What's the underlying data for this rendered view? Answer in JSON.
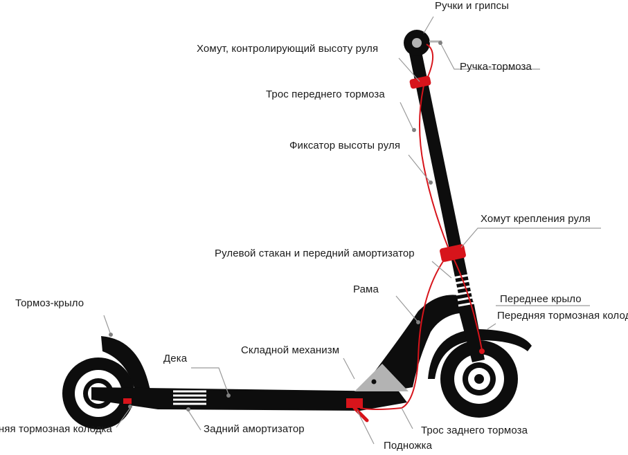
{
  "labels": {
    "handles_grips": "Ручки и грипсы",
    "height_clamp": "Хомут, контролирующий высоту руля",
    "brake_lever": "Ручка-тормоза",
    "front_brake_cable": "Трос переднего тормоза",
    "height_lock": "Фиксатор высоты руля",
    "handlebar_clamp": "Хомут крепления руля",
    "headset_front_shock": "Рулевой стакан и передний амортизатор",
    "frame": "Рама",
    "front_fender": "Переднее крыло",
    "front_brake_pad": "Передняя тормозная колодка",
    "fender_brake": "Тормоз-крыло",
    "deck": "Дека",
    "folding_mechanism": "Складной механизм",
    "rear_brake_pad": "Задняя тормозная колодка",
    "rear_shock": "Задний амортизатор",
    "rear_brake_cable": "Трос заднего тормоза",
    "kickstand": "Подножка"
  },
  "colors": {
    "body": "#0d0d0d",
    "accent_red": "#d7141b",
    "leader_line": "#9a9a9a",
    "dot": "#808080",
    "folding_plate": "#b3b3b3"
  }
}
